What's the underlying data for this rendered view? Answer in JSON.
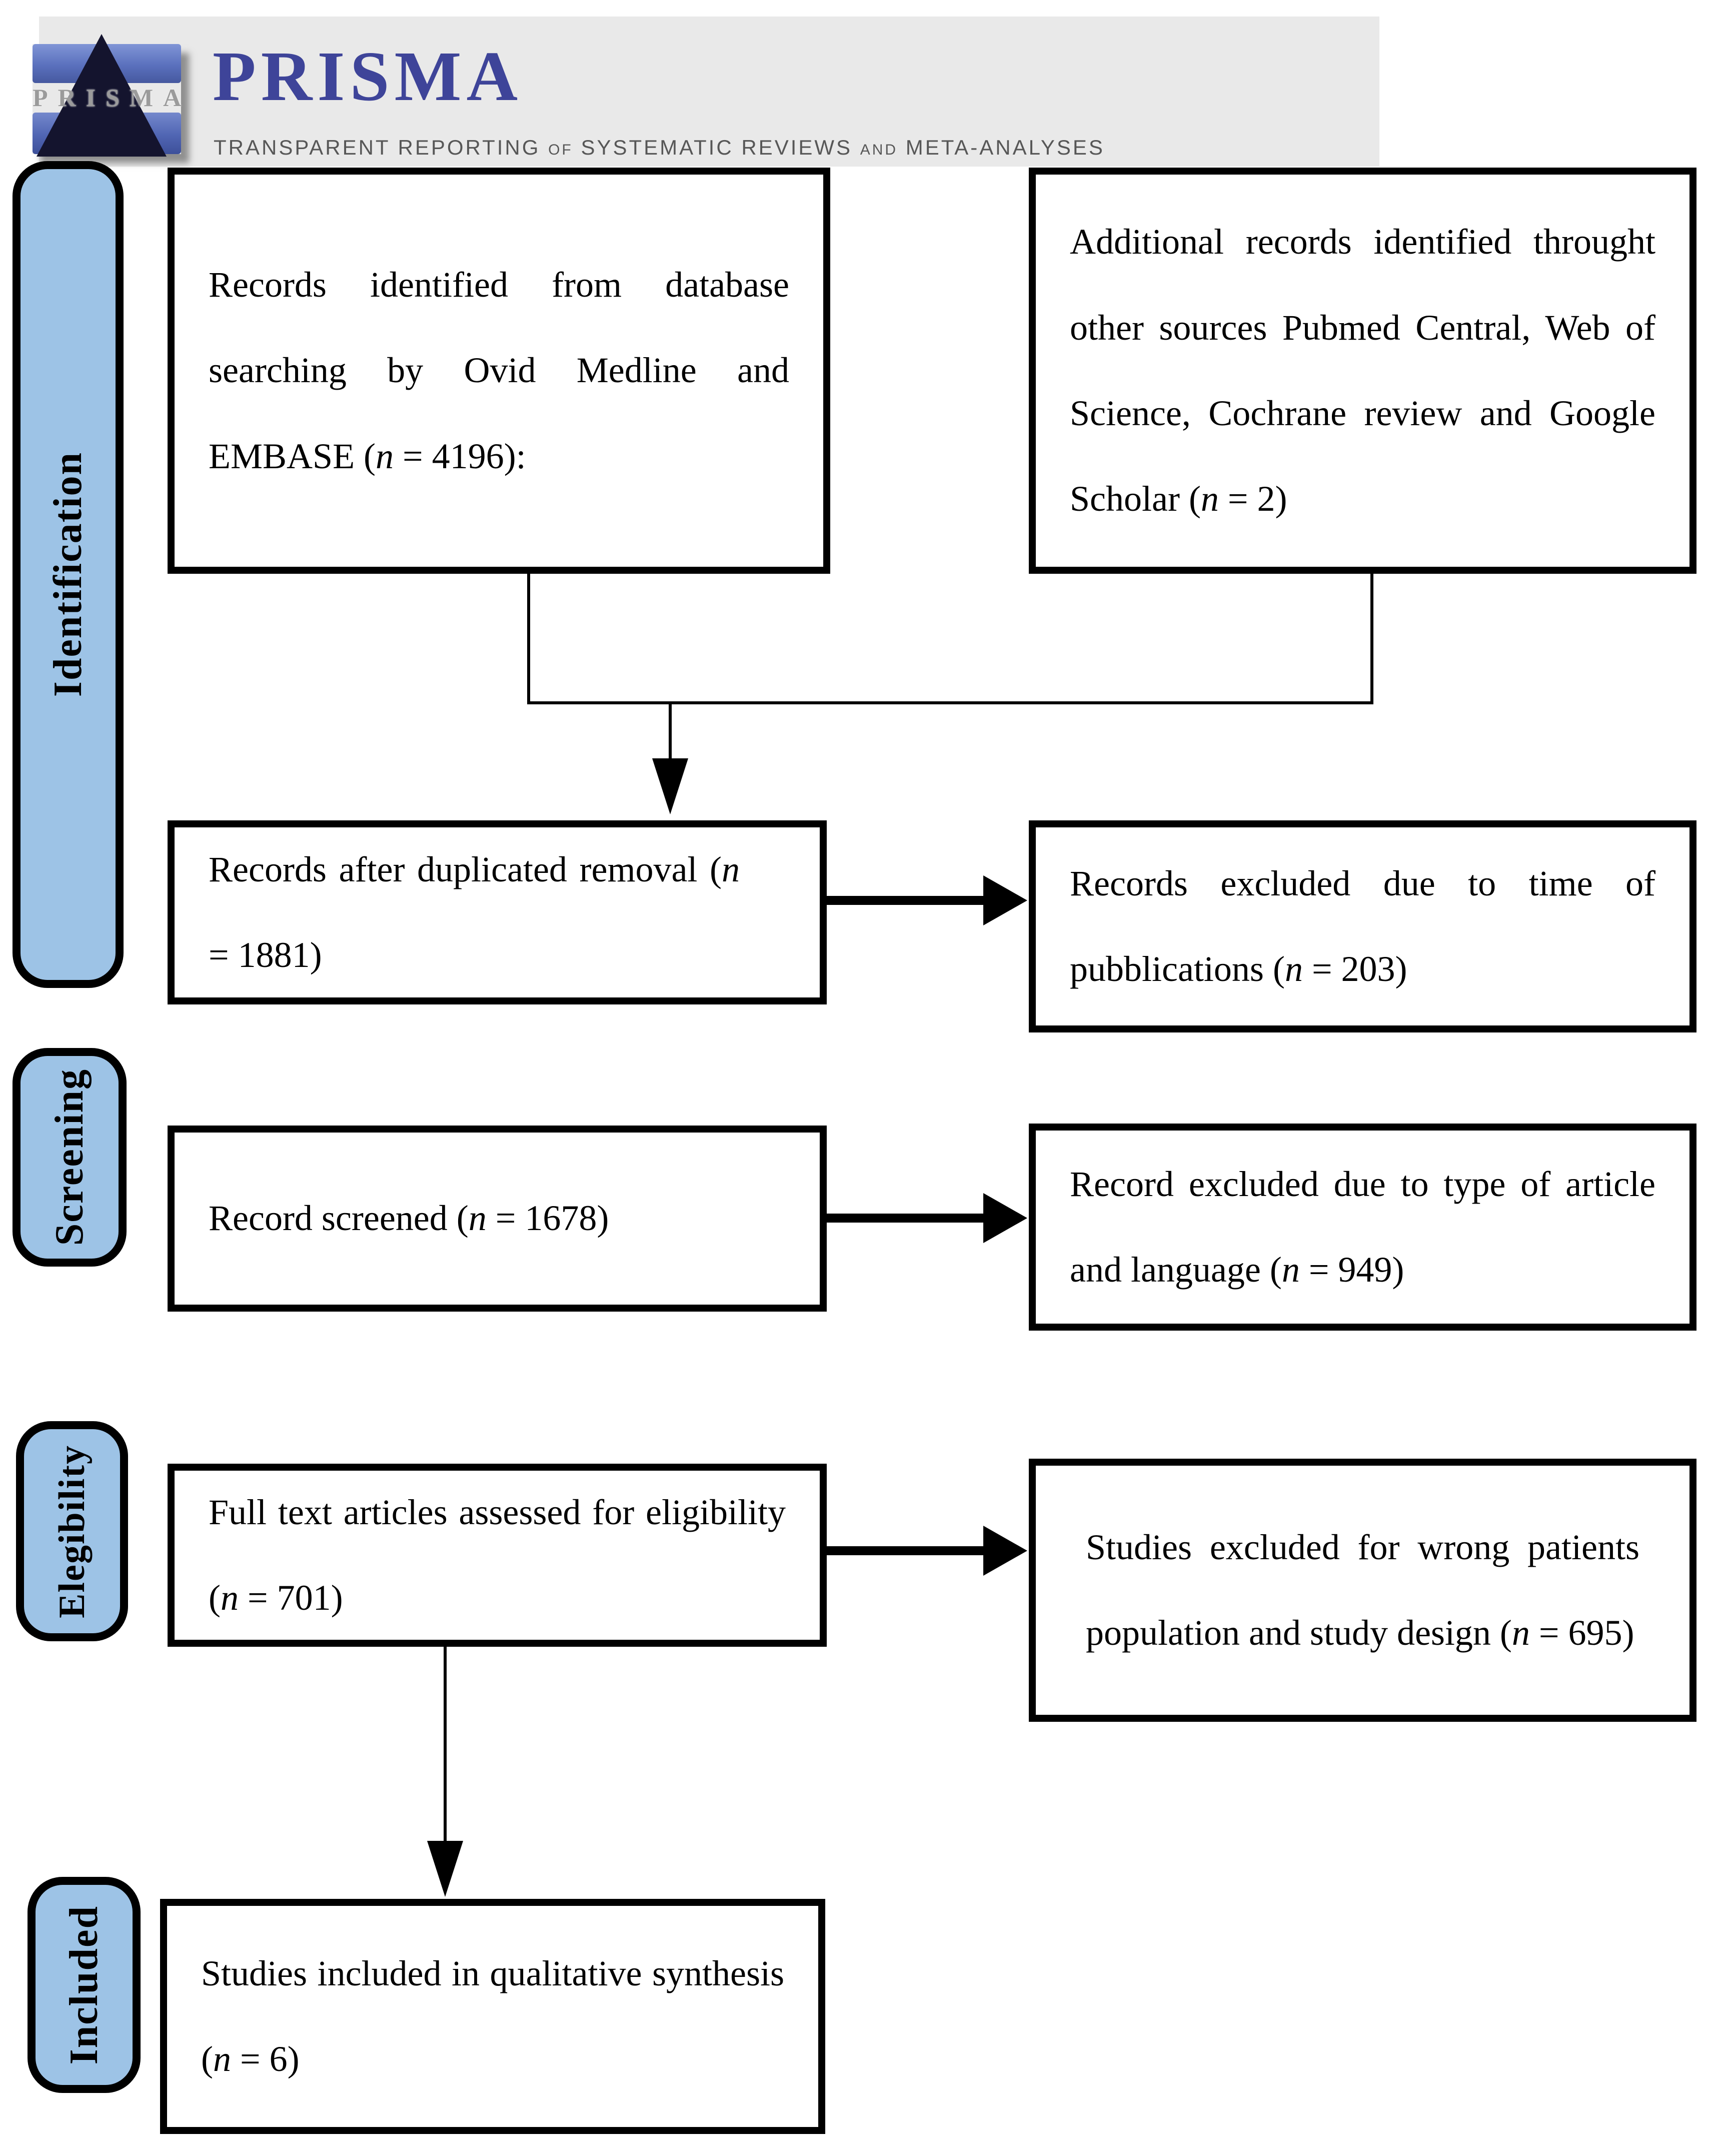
{
  "header": {
    "logo_text": "PRISMA",
    "title": "PRISMA",
    "subtitle_parts": [
      "TRANSPARENT REPORTING",
      "OF",
      "SYSTEMATIC REVIEWS",
      "AND",
      "META-ANALYSES"
    ]
  },
  "stages": {
    "identification": "Identification",
    "screening": "Screening",
    "eligibility": "Elegibility",
    "included": "Included"
  },
  "boxes": {
    "records_identified": "Records identified from database searching by Ovid Medline and EMBASE (n = 4196):",
    "additional_records": "Additional records identified throught other sources Pubmed Central, Web of Science, Cochrane review and Google Scholar (n = 2)",
    "after_duplicates": "Records after duplicated removal (n = 1881)",
    "excluded_time": "Records excluded due to time of pubblications (n = 203)",
    "records_screened": "Record screened (n = 1678)",
    "excluded_type": "Record excluded due to type of article and language (n = 949)",
    "fulltext_assessed": "Full text articles assessed for eligibility (n = 701)",
    "excluded_population": "Studies excluded for wrong patients population and study design (n = 695)",
    "included_qualitative": "Studies included in qualitative synthesis (n = 6)"
  },
  "colors": {
    "stage_fill": "#9DC3E6",
    "box_border": "#000000",
    "title": "#3E4499",
    "subtitle": "#575757",
    "header_bar": "#E9E9E9",
    "logo_blue": "#5A70BD",
    "logo_prism": "#14142E"
  }
}
